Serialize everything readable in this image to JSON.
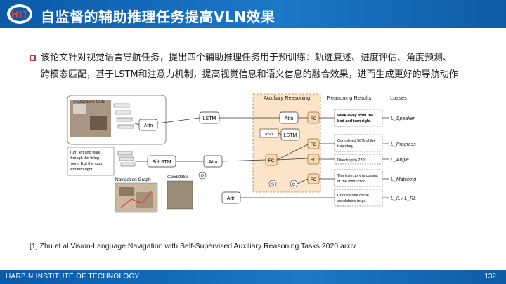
{
  "header": {
    "title": "自监督的辅助推理任务提高VLN效果",
    "logo_icon": "hit-logo-icon"
  },
  "bullet": {
    "line1": "该论文针对视觉语言导航任务，提出四个辅助推理任务用于预训练：轨迹复述、进度评估、角度预测、",
    "line2": "跨模态匹配，基于LSTM和注意力机制，提高视觉信息和语义信息的融合效果，进而生成更好的导航动作"
  },
  "figure": {
    "panoramic_view": "Panoramic View",
    "instruction_text": [
      "Turn left and walk",
      "through the living",
      "room. Exit the room",
      "and turn right."
    ],
    "navigation_graph": "Navigation Graph",
    "candidates": "Candidates",
    "aux_title": "Auxiliary Reasoning",
    "results_title": "Reasoning Results",
    "losses_title": "Losses",
    "modules": {
      "attn_v": "Attn",
      "lstm_v": "LSTM",
      "bilstm_w": "Bi-LSTM",
      "attn_w": "Attn",
      "attn_a": "Attn",
      "attn_s": "Attn",
      "lstm_s": "LSTM",
      "instr": "Instr",
      "fc": "FC",
      "p": "P",
      "s": "S",
      "c": "C"
    },
    "results": [
      [
        "Walk away from the",
        "bed and turn right."
      ],
      [
        "Completed 50% of the",
        "trajectory."
      ],
      [
        "Directing to 270°"
      ],
      [
        "The trajectory is consist",
        "of the instruction"
      ],
      [
        "Choose one of the",
        "candidates to go."
      ]
    ],
    "losses": [
      "L_Speaker",
      "L_Progress",
      "L_Angle",
      "L_Matching",
      "L_IL / L_RL"
    ]
  },
  "citation": "[1] Zhu et al Vision-Language Navigation with Self-Supervised Auxiliary Reasoning Tasks 2020,arxiv",
  "footer": {
    "institution": "HARBIN INSTITUTE OF TECHNOLOGY",
    "page_number": "132"
  },
  "colors": {
    "header_blue": "#0a5aa8",
    "aux_box": "#fbe4c8",
    "bullet_red": "#c0392b"
  }
}
